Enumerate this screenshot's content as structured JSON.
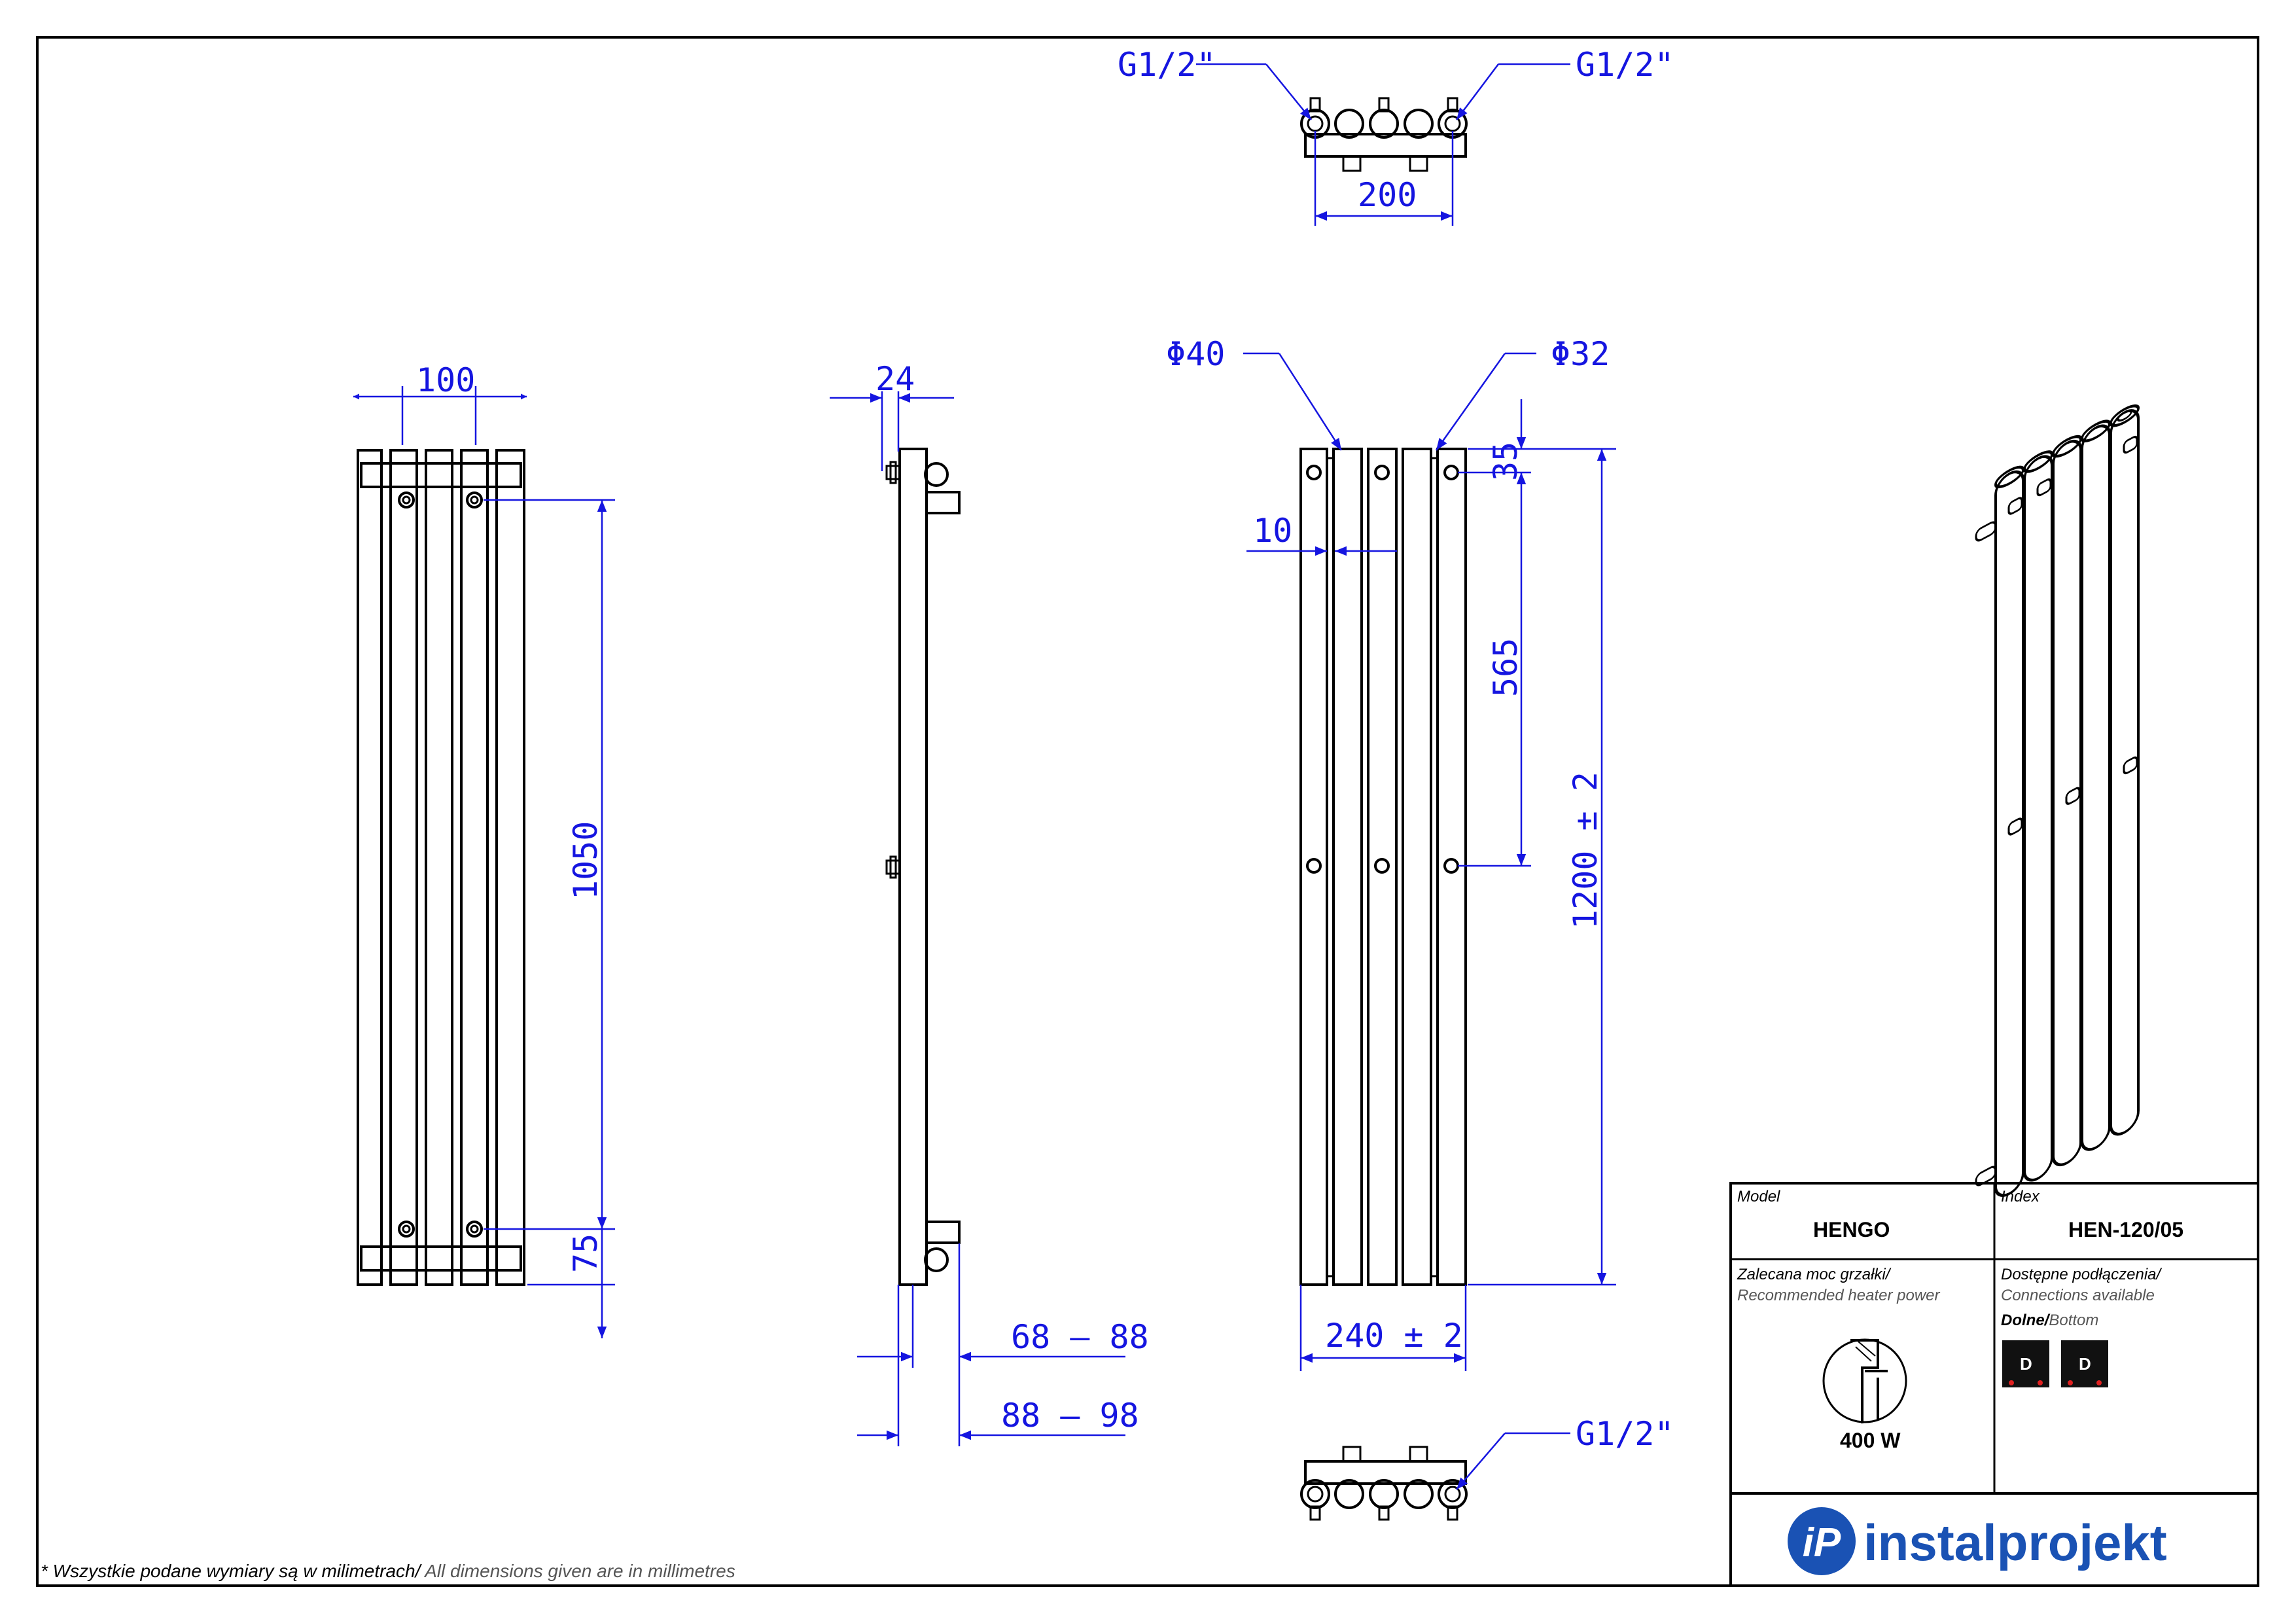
{
  "dimensions": {
    "top_left_conn": "G1/2\"",
    "top_right_conn": "G1/2\"",
    "top_spacing": "200",
    "front_width": "100",
    "front_height": "1050",
    "front_bottom": "75",
    "side_depth": "24",
    "side_range_1": "68 – 88",
    "side_range_2": "88 – 98",
    "diameter_outer": "Φ40",
    "diameter_inner": "Φ32",
    "gap": "10",
    "offset_top": "35",
    "mid_spacing": "565",
    "total_height": "1200 ± 2",
    "total_width": "240 ± 2",
    "bottom_conn": "G1/2\""
  },
  "title_block": {
    "model_label": "Model",
    "model_value": "HENGO",
    "index_label": "Index",
    "index_value": "HEN-120/05",
    "power_label_pl": "Zalecana moc grzałki/",
    "power_label_en": "Recommended heater power",
    "power_value": "400 W",
    "conn_label_pl": "Dostępne podłączenia/",
    "conn_label_en": "Connections available",
    "conn_type_pl": "Dolne/",
    "conn_type_en": "Bottom",
    "conn_badge_1": "D",
    "conn_badge_2": "D",
    "brand": "instalprojekt",
    "brand_mark": "iP"
  },
  "footer": {
    "note_pl": "* Wszystkie podane wymiary są w milimetrach/",
    "note_en": " All dimensions given are in millimetres"
  },
  "colors": {
    "dimension_blue": "#1515e0",
    "brand_blue": "#1a52b4",
    "badge_black": "#111111",
    "badge_red": "#e02020"
  }
}
